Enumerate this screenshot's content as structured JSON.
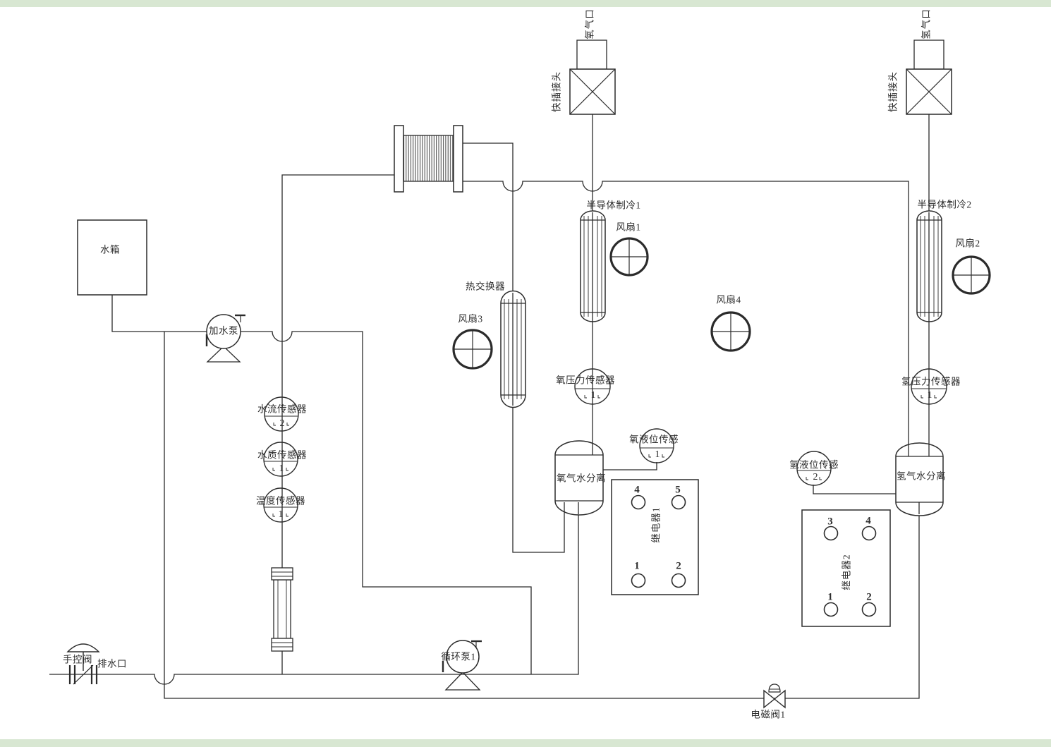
{
  "colors": {
    "line": "#2b2b2b",
    "strip": "#d8e7d2",
    "background": "#ffffff"
  },
  "labels": {
    "water_tank": "水箱",
    "fill_pump": "加水泵",
    "circulation_pump": "循环泵1",
    "manual_valve": "手控阀",
    "drain_port": "排水口",
    "solenoid_valve": "电磁阀1",
    "heat_exchanger": "热交换器",
    "cooler1": "半导体制冷1",
    "cooler2": "半导体制冷2",
    "fan1": "风扇1",
    "fan2": "风扇2",
    "fan3": "风扇3",
    "fan4": "风扇4",
    "oxygen_port": "氧气口",
    "hydrogen_port": "氢气口",
    "quick_connector": "快插接头",
    "oxygen_separator": "氧气水分离",
    "hydrogen_separator": "氢气水分离"
  },
  "sensors": {
    "water_flow": {
      "label": "水流传感器",
      "value": "2"
    },
    "water_quality": {
      "label": "水质传感器",
      "value": "1"
    },
    "temperature": {
      "label": "温度传感器",
      "value": "1"
    },
    "oxygen_pressure": {
      "label": "氧压力传感器",
      "value": "1"
    },
    "hydrogen_pressure": {
      "label": "氢压力传感器",
      "value": "1"
    },
    "oxygen_level": {
      "label": "氧液位传感",
      "value": "1"
    },
    "hydrogen_level": {
      "label": "氢液位传感",
      "value": "2"
    }
  },
  "relays": {
    "relay1": {
      "name": "继电器1",
      "terminals": [
        "4",
        "5",
        "1",
        "2"
      ]
    },
    "relay2": {
      "name": "继电器2",
      "terminals": [
        "3",
        "4",
        "1",
        "2"
      ]
    }
  }
}
